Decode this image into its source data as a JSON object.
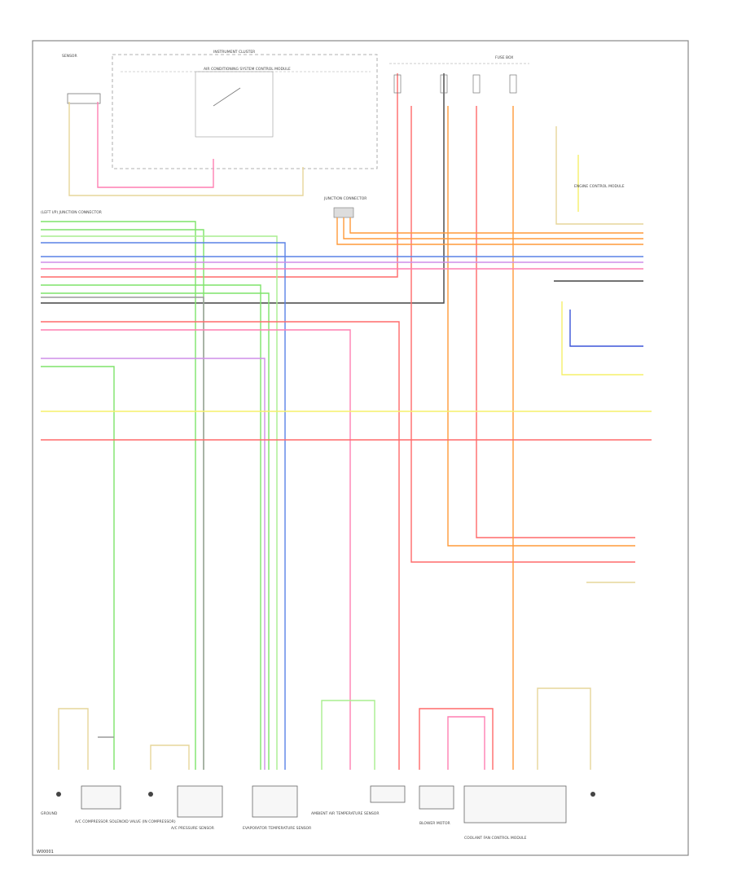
{
  "page": {
    "label": "W00001"
  },
  "colors": {
    "green": "#7ee36a",
    "lt_green": "#a9ee8f",
    "blue": "#5a82e6",
    "purple": "#cf8ee8",
    "pink": "#ff7fb2",
    "red": "#ff6a6a",
    "orange": "#ff9a3a",
    "yellow": "#f5f06a",
    "tan": "#e6d59a",
    "black": "#444444",
    "gray": "#9a9a9a",
    "frame": "#888888"
  },
  "labels": {
    "cluster": "INSTRUMENT CLUSTER",
    "cluster_sub": "AIR CONDITIONING SYSTEM CONTROL MODULE",
    "fuse_box": "FUSE BOX",
    "left_connector": "(LEFT I/P) JUNCTION CONNECTOR",
    "junction": "JUNCTION CONNECTOR",
    "ac_comp": "A/C COMPRESSOR SOLENOID VALVE (IN COMPRESSOR)",
    "pressure": "A/C PRESSURE SENSOR",
    "evap_temp": "EVAPORATOR TEMPERATURE SENSOR",
    "ambient": "AMBIENT AIR TEMPERATURE SENSOR",
    "blower": "BLOWER MOTOR",
    "coolant": "COOLANT FAN CONTROL MODULE",
    "ground": "GROUND",
    "module_right": "ENGINE CONTROL MODULE"
  }
}
